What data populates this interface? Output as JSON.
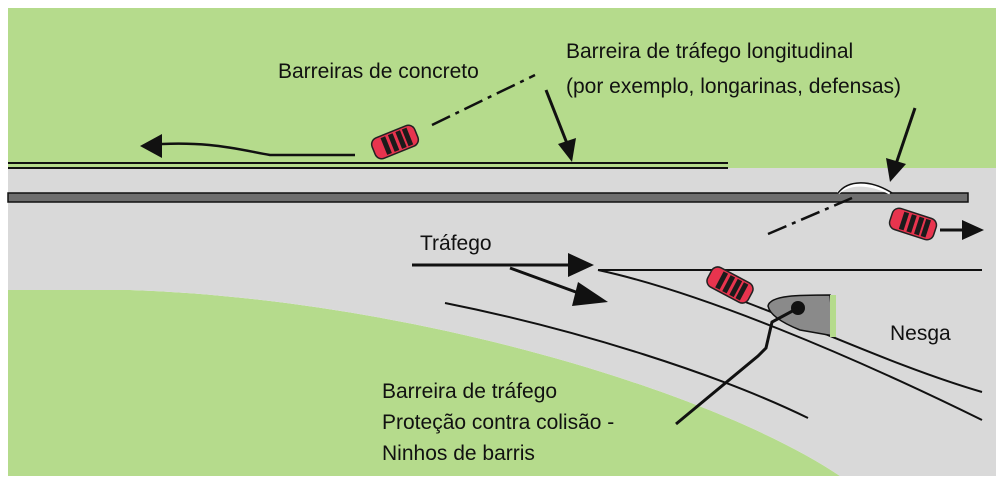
{
  "labels": {
    "concrete_barriers": "Barreiras de concreto",
    "longitudinal_line1": "Barreira de tráfego longitudinal",
    "longitudinal_line2": "(por exemplo, longarinas, defensas)",
    "traffic": "Tráfego",
    "gore": "Nesga",
    "crash_line1": "Barreira de tráfego",
    "crash_line2": "Proteção contra colisão -",
    "crash_line3": "Ninhos de barris"
  },
  "colors": {
    "grass": "#b5db8c",
    "road": "#d9d9d9",
    "barrier": "#6e6e6e",
    "car_body": "#e8344e",
    "outline": "#111111"
  }
}
